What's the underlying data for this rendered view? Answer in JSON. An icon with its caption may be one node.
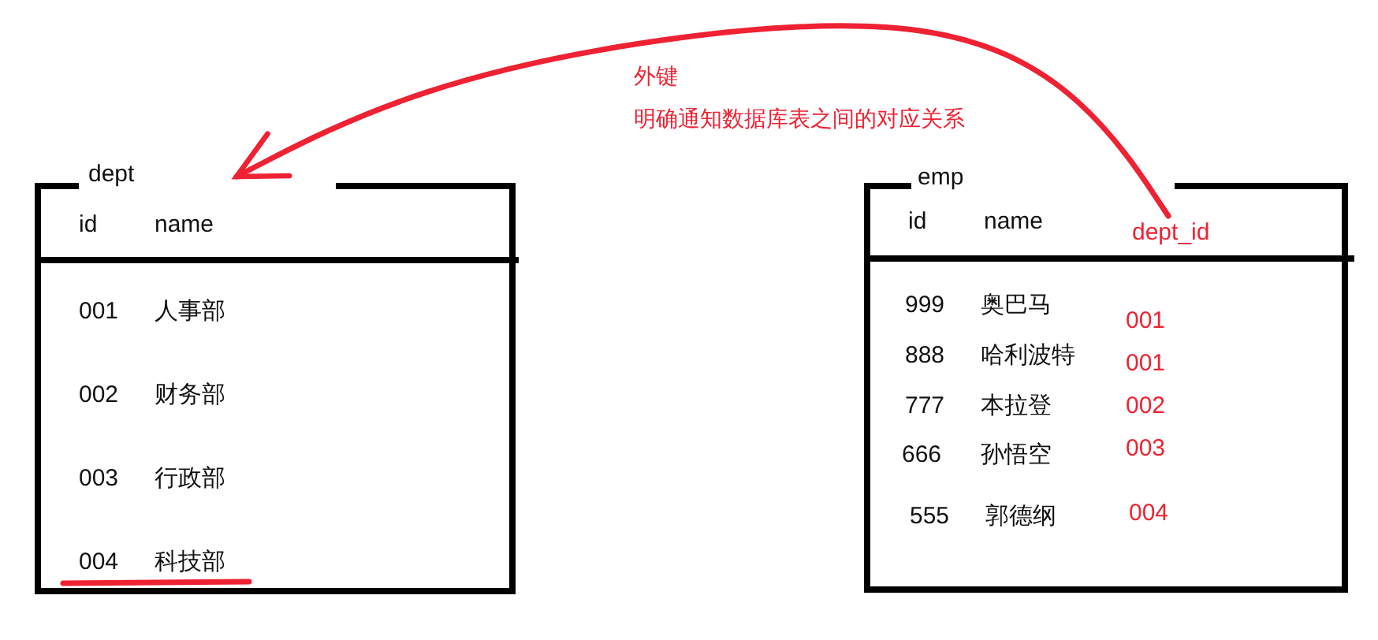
{
  "diagram": {
    "nodes": [
      {
        "text": [
          "dept",
          "id",
          "name",
          "001",
          "人事部",
          "002",
          "财务部",
          "003",
          "行政部",
          "004",
          "科技部"
        ]
      },
      {
        "text": [
          "emp",
          "id",
          "name",
          "999",
          "奥巴马",
          "888",
          "哈利波特",
          "777",
          "本拉登",
          "666",
          "孙悟空",
          "555",
          "郭德纲"
        ]
      },
      {
        "text": [
          "dept_id",
          "001",
          "001",
          "002",
          "003",
          "004"
        ],
        "in": 1
      }
    ],
    "edges": [
      {
        "from": 2,
        "to": 0,
        "arrow": "to",
        "label": "外键"
      }
    ],
    "labels": [
      "明确通知数据库表之间的对应关系"
    ]
  }
}
